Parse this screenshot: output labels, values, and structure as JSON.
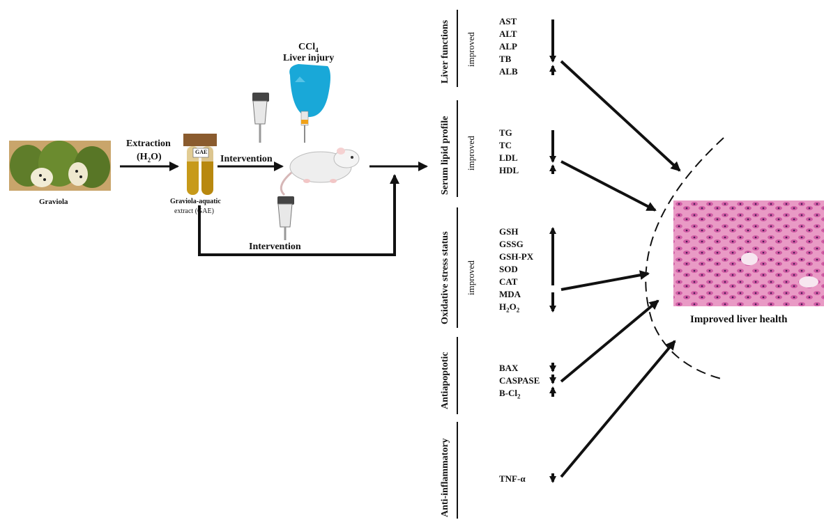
{
  "left_flow": {
    "graviola_label": "Graviola",
    "extraction_label": "Extraction",
    "extraction_solvent": "(H",
    "extraction_solvent_sub": "2",
    "extraction_solvent_end": "O)",
    "gae_tag": "GAE",
    "gae_caption_line1": "Graviola-aquatic",
    "gae_caption_line2": "extract (GAE)",
    "intervention_top": "Intervention",
    "intervention_bottom": "Intervention",
    "ccl4_label": "CCl",
    "ccl4_sub": "4",
    "injury_label": "Liver injury"
  },
  "groups": [
    {
      "category": "Liver functions",
      "status": "improved",
      "markers": [
        "AST",
        "ALT",
        "ALP",
        "TB",
        "ALB"
      ]
    },
    {
      "category": "Serum lipid profile",
      "status": "improved",
      "markers": [
        "TG",
        "TC",
        "LDL",
        "HDL"
      ]
    },
    {
      "category": "Oxidative stress status",
      "status": "improved",
      "markers": [
        "GSH",
        "GSSG",
        "GSH-PX",
        "SOD",
        "CAT",
        "MDA"
      ],
      "h2o2": {
        "a": "H",
        "s1": "2",
        "b": "O",
        "s2": "2"
      }
    },
    {
      "category": "Antiapoptotic",
      "markers": [
        "BAX",
        "CASPASE"
      ],
      "bcl": {
        "a": "B-Cl",
        "s": "2"
      }
    },
    {
      "category": "Anti-inflammatory",
      "markers": [
        "TNF-α"
      ]
    }
  ],
  "outcome": {
    "label": "Improved liver health"
  },
  "colors": {
    "arrow": "#111111",
    "glove": "#18a9d8",
    "tissue_bg": "#e58bbd",
    "tissue_cell": "#c9479a",
    "extract": "#b88d14"
  }
}
